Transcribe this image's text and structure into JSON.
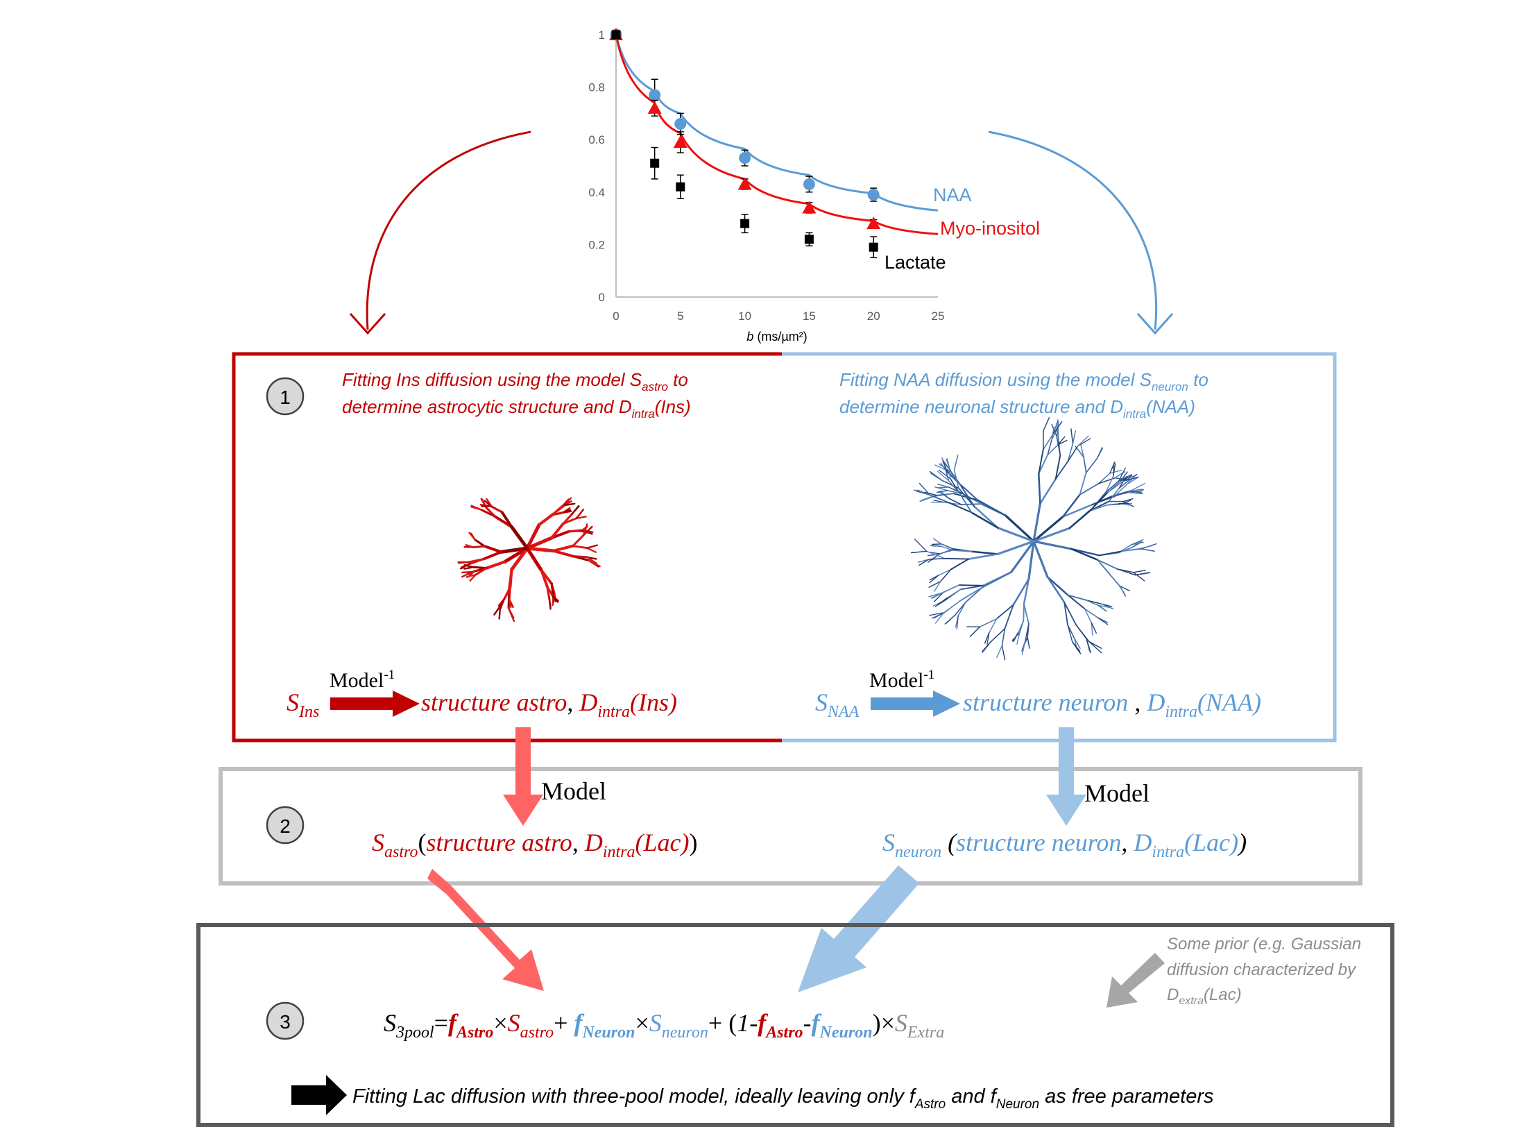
{
  "colors": {
    "red": "#c00000",
    "bright_red": "#ee1010",
    "light_red": "#ff6464",
    "blue": "#5b9bd5",
    "light_blue": "#9dc3e6",
    "gray": "#bfbfbf",
    "dark_gray": "#595959",
    "text_gray": "#8c8c8c"
  },
  "chart_data": {
    "type": "scatter",
    "xlabel_italic": "b",
    "xlabel_rest": " (ms/µm²)",
    "xlim": [
      0,
      25
    ],
    "ylim": [
      0,
      1
    ],
    "x_ticks": [
      "0",
      "5",
      "10",
      "15",
      "20",
      "25"
    ],
    "y_ticks": [
      "0",
      "0.2",
      "0.4",
      "0.6",
      "0.8",
      "1"
    ],
    "grid": false,
    "legend_placement": "inline labels at right of curves",
    "series": [
      {
        "name": "NAA",
        "marker": "circle",
        "color": "#5b9bd5",
        "x": [
          0,
          3,
          5,
          10,
          15,
          20
        ],
        "y": [
          1.0,
          0.77,
          0.66,
          0.53,
          0.43,
          0.39
        ],
        "err": [
          0,
          0.06,
          0.04,
          0.03,
          0.03,
          0.025
        ],
        "fit_y": [
          1.0,
          0.785,
          0.7,
          0.565,
          0.465,
          0.395,
          0.33
        ]
      },
      {
        "name": "Myo-inositol",
        "marker": "triangle",
        "color": "#ee1010",
        "x": [
          0,
          3,
          5,
          10,
          15,
          20
        ],
        "y": [
          1.0,
          0.72,
          0.59,
          0.43,
          0.34,
          0.28
        ],
        "err": [
          0,
          0.03,
          0.04,
          0.02,
          0.02,
          0.015
        ],
        "fit_y": [
          1.0,
          0.74,
          0.625,
          0.45,
          0.355,
          0.29,
          0.24
        ]
      },
      {
        "name": "Lactate",
        "marker": "square",
        "color": "#000000",
        "x": [
          0,
          3,
          5,
          10,
          15,
          20
        ],
        "y": [
          1.0,
          0.51,
          0.42,
          0.28,
          0.22,
          0.19
        ],
        "err": [
          0,
          0.06,
          0.045,
          0.035,
          0.025,
          0.04
        ]
      }
    ],
    "fit_x": [
      0,
      3,
      5,
      10,
      15,
      20,
      25
    ]
  },
  "step1": {
    "number": "1",
    "left_line1": [
      "Fitting Ins diffusion using the model S",
      "astro",
      " to"
    ],
    "left_line2": [
      "determine astrocytic structure and D",
      "intra",
      "(Ins)"
    ],
    "right_line1": [
      "Fitting NAA diffusion using the model S",
      "neuron",
      " to"
    ],
    "right_line2": [
      "determine neuronal structure and D",
      "intra",
      "(NAA)"
    ],
    "left_model": "Model",
    "left_model_sup": "-1",
    "left_eq": {
      "s": "S",
      "s_sub": "Ins",
      "rhs": "structure astro",
      "comma": ", ",
      "d": "D",
      "d_sub": "intra",
      "d_tail": "(Ins)"
    },
    "right_model": "Model",
    "right_model_sup": "-1",
    "right_eq": {
      "s": "S",
      "s_sub": "NAA",
      "rhs": "structure neuron",
      "comma": " , ",
      "d": "D",
      "d_sub": "intra",
      "d_tail": "(NAA)"
    }
  },
  "step2": {
    "number": "2",
    "left_model": "Model",
    "right_model": "Model",
    "left_eq": {
      "s": "S",
      "s_sub": "astro",
      "open": "(",
      "struct": "structure astro",
      "comma": ", ",
      "d": "D",
      "d_sub": "intra",
      "d_tail": "(Lac)",
      "close": ")"
    },
    "right_eq": {
      "s": "S",
      "s_sub": "neuron",
      "open": " (",
      "struct": "structure neuron",
      "comma": ", ",
      "d": "D",
      "d_sub": "intra",
      "d_tail": "(Lac)",
      "close": ")"
    }
  },
  "step3": {
    "number": "3",
    "eq": {
      "s": "S",
      "s_sub": "3pool",
      "eq": "=",
      "f1": "f",
      "f1_sub": "Astro",
      "times1": "×",
      "sa": "S",
      "sa_sub": "astro",
      "plus1": "+ ",
      "f2": "f",
      "f2_sub": "Neuron",
      "times2": "×",
      "sn": "S",
      "sn_sub": "neuron",
      "plus2": "+ (",
      "one": "1-",
      "f3": "f",
      "f3_sub": "Astro",
      "minus": "-",
      "f4": "f",
      "f4_sub": "Neuron",
      "close": ")×",
      "se": "S",
      "se_sub": "Extra"
    },
    "prior_line1": "Some prior (e.g. Gaussian",
    "prior_line2": "diffusion characterized by",
    "prior_line3": [
      "D",
      "extra",
      "(Lac)"
    ],
    "bottom": [
      "Fitting Lac diffusion with three-pool model, ideally leaving only f",
      "Astro",
      " and f",
      "Neuron",
      " as free parameters"
    ]
  }
}
